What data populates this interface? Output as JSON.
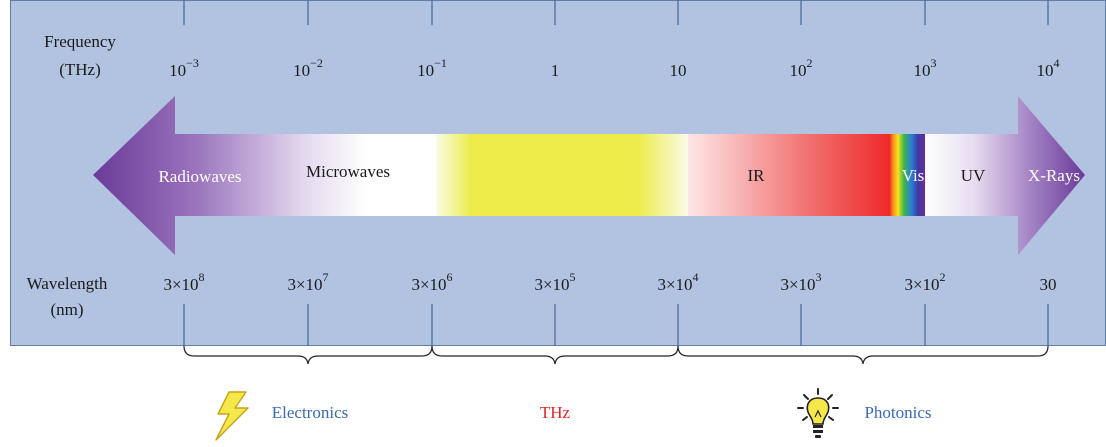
{
  "panel": {
    "background": "#b2c3e2",
    "border": "#5f7fa6"
  },
  "frequency_axis": {
    "title_line1": "Frequency",
    "title_line2": "(THz)",
    "ticks": [
      {
        "base": "10",
        "exp": "−3"
      },
      {
        "base": "10",
        "exp": "−2"
      },
      {
        "base": "10",
        "exp": "−1"
      },
      {
        "base": "1",
        "exp": ""
      },
      {
        "base": "10",
        "exp": ""
      },
      {
        "base": "10",
        "exp": "2"
      },
      {
        "base": "10",
        "exp": "3"
      },
      {
        "base": "10",
        "exp": "4"
      }
    ]
  },
  "wavelength_axis": {
    "title_line1": "Wavelength",
    "title_line2": "(nm)",
    "ticks": [
      {
        "base": "3×10",
        "exp": "8"
      },
      {
        "base": "3×10",
        "exp": "7"
      },
      {
        "base": "3×10",
        "exp": "6"
      },
      {
        "base": "3×10",
        "exp": "5"
      },
      {
        "base": "3×10",
        "exp": "4"
      },
      {
        "base": "3×10",
        "exp": "3"
      },
      {
        "base": "3×10",
        "exp": "2"
      },
      {
        "base": "30",
        "exp": ""
      }
    ]
  },
  "bands": {
    "radiowaves": "Radiowaves",
    "microwaves": "Microwaves",
    "ir": "IR",
    "vis": "Vis",
    "uv": "UV",
    "xrays": "X-Rays"
  },
  "regions": {
    "electronics": {
      "label": "Electronics",
      "color": "#3a6bb0",
      "icon": "lightning-bolt-icon"
    },
    "thz": {
      "label": "THz",
      "color": "#e8231f"
    },
    "photonics": {
      "label": "Photonics",
      "color": "#3a6bb0",
      "icon": "light-bulb-icon"
    }
  },
  "colors": {
    "arrow_purple": "#6e3d9a",
    "thz_yellow": "#ecec4a",
    "ir_red": "#ef2a2a"
  }
}
